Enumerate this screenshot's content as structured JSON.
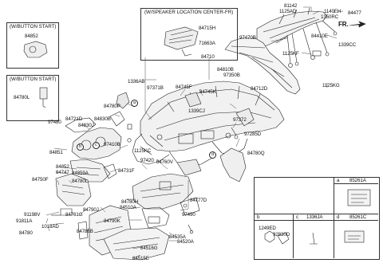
{
  "inset_boxes": {
    "button_start_top": {
      "title": "(W/BUTTON START)",
      "part": "84852"
    },
    "button_start_bottom": {
      "title": "(W/BUTTON START)",
      "part": "84780L"
    },
    "speaker": {
      "title": "(W/SPEAKER LOCATION CENTER-FR)",
      "parts": [
        "84715H",
        "71663A"
      ]
    }
  },
  "fr_marker": "FR.",
  "callouts": [
    "a",
    "b",
    "c",
    "d"
  ],
  "legend": {
    "a": {
      "letter": "a",
      "part": "85261A"
    },
    "b": {
      "letter": "b",
      "parts": [
        "1249ED",
        "92830D"
      ]
    },
    "c": {
      "letter": "c",
      "part": "1336JA"
    },
    "d": {
      "letter": "d",
      "part": "85261C"
    }
  },
  "labels": {
    "p81142": "81142",
    "p1125AD": "1125AD",
    "p1140FH": "1140FH",
    "p84477": "84477",
    "p1350RC": "1350RC",
    "p97470B": "97470B",
    "p84410E": "84410E",
    "p1339CC": "1339CC",
    "p1125KF": "1125KF",
    "p1125KG": "1125KG",
    "p84710": "84710",
    "p84810B": "84810B",
    "p97350B": "97350B",
    "p84712D": "84712D",
    "p1336AB": "1336AB",
    "p97371B": "97371B",
    "p84745F": "84745F",
    "p84745K": "84745K",
    "p1339CJ": "1339CJ",
    "p84780P": "84780P",
    "p97372": "97372",
    "p97285D": "97285D",
    "p84780Q": "84780Q",
    "p97480": "97480",
    "p84721D": "84721D",
    "p84830B": "84830B",
    "p84830J": "84830J",
    "p97410B": "97410B",
    "p1125KC": "1125KC",
    "p84851": "84851",
    "p84731F": "84731F",
    "p84852": "84852",
    "p84747": "84747",
    "p84859A": "84859A",
    "p84750F": "84750F",
    "p84780L": "84780L",
    "p97420": "97420",
    "p84760V": "84760V",
    "p91198V": "91198V",
    "p91811A": "91811A",
    "p84780": "84780",
    "p1018AD": "1018AD",
    "p84761G": "84761G",
    "p84790J": "84790J",
    "p84780H": "84780H",
    "p84510A": "84510A",
    "p97490": "97490",
    "p84777D": "84777D",
    "p84790K": "84790K",
    "p84786B": "84786B",
    "p84535A": "84535A",
    "p84520A": "84520A",
    "p84516G": "84516G",
    "p84515E": "84515E"
  }
}
